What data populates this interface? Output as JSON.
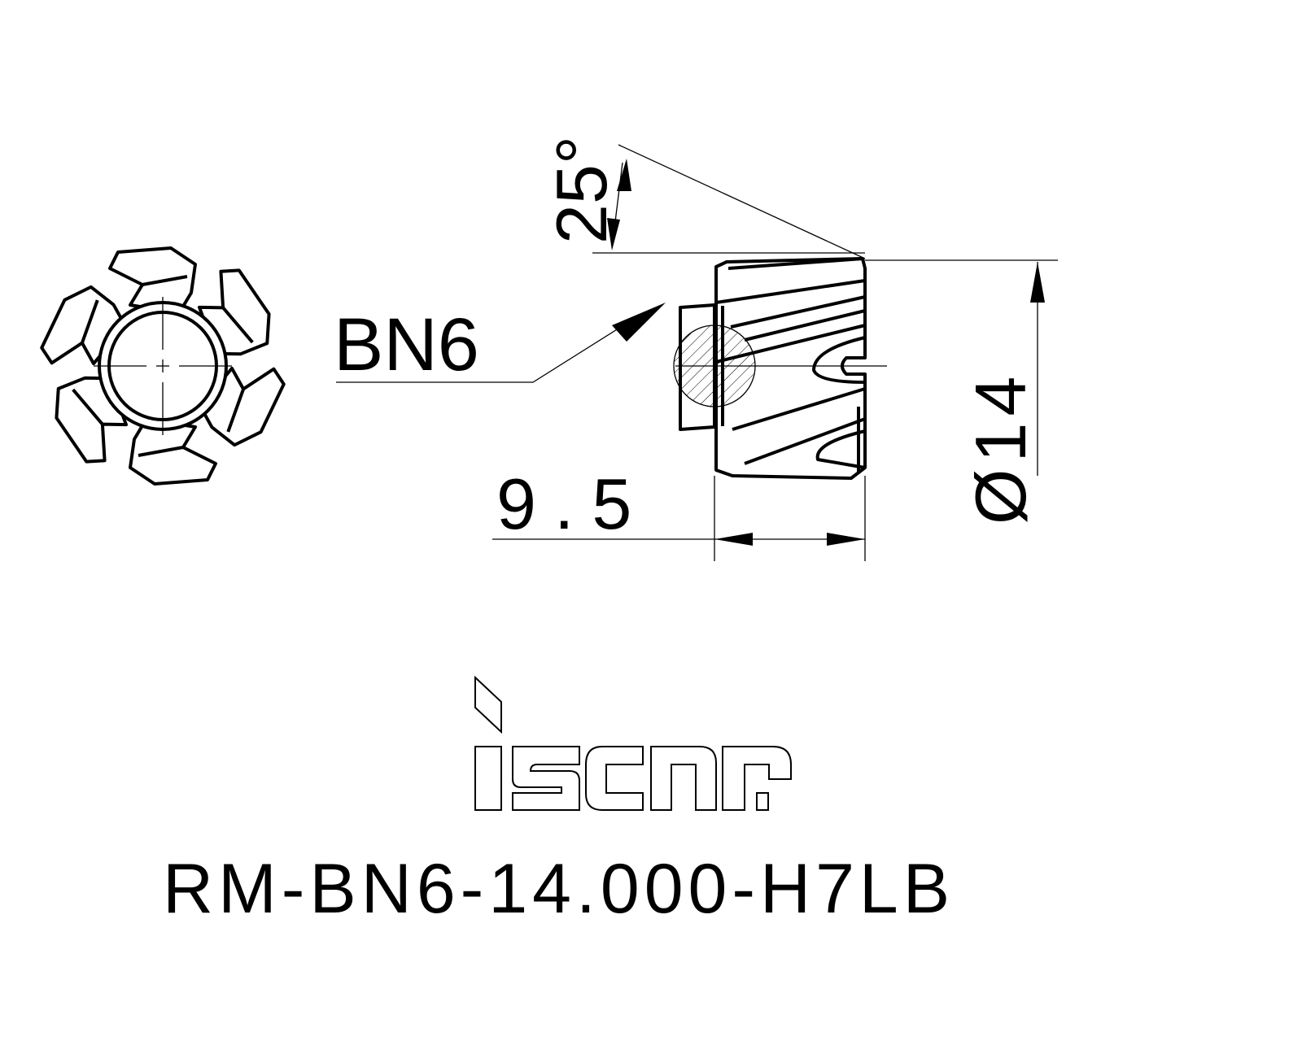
{
  "drawing": {
    "callout_label": "BN6",
    "angle_dimension": "25°",
    "diameter_dimension": "Ø14",
    "length_dimension": "9.5",
    "brand_logo": "iscar",
    "part_number": "RM-BN6-14.000-H7LB"
  },
  "colors": {
    "ink": "#000000",
    "background": "#ffffff"
  }
}
